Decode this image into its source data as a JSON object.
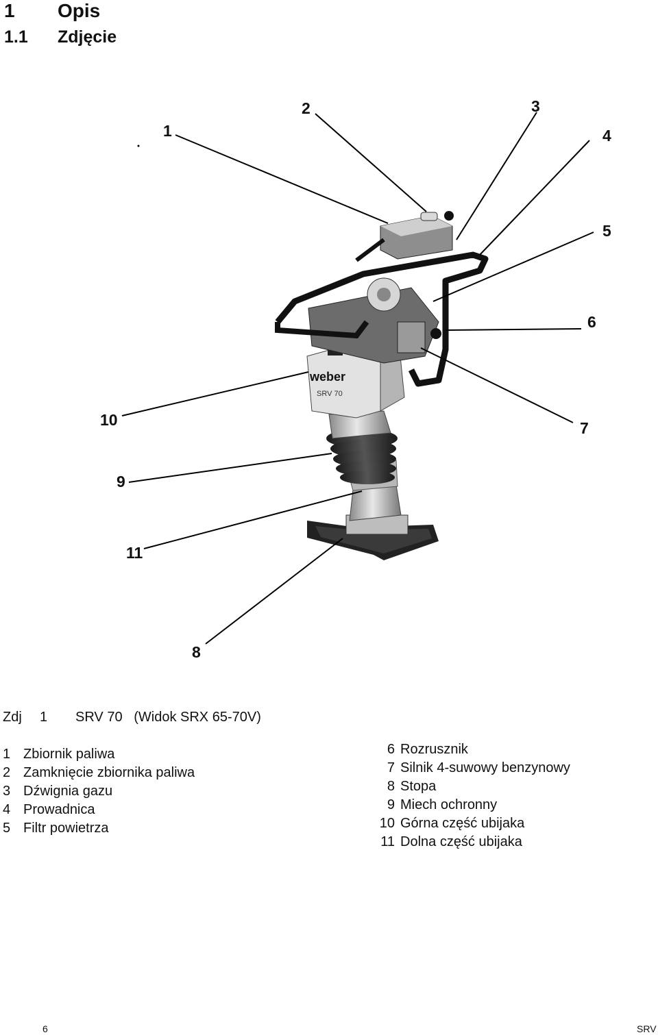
{
  "heading": {
    "number": "1",
    "title": "Opis"
  },
  "subheading": {
    "number": "1.1",
    "title": "Zdjęcie"
  },
  "figure": {
    "logo_text": "weber",
    "model_plate": "SRV 70",
    "callouts": [
      "1",
      "2",
      "3",
      "4",
      "5",
      "6",
      "7",
      "8",
      "9",
      "10",
      "11"
    ]
  },
  "caption": {
    "prefix": "Zdj",
    "number": "1",
    "text": "SRV 70   (Widok SRX 65-70V)"
  },
  "legend_left": [
    {
      "num": "1",
      "label": "Zbiornik paliwa"
    },
    {
      "num": "2",
      "label": "Zamknięcie zbiornika paliwa"
    },
    {
      "num": "3",
      "label": "Dźwignia gazu"
    },
    {
      "num": "4",
      "label": "Prowadnica"
    },
    {
      "num": "5",
      "label": "Filtr powietrza"
    }
  ],
  "legend_right": [
    {
      "num": "6",
      "label": "Rozrusznik"
    },
    {
      "num": "7",
      "label": "Silnik 4-suwowy benzynowy"
    },
    {
      "num": "8",
      "label": "Stopa"
    },
    {
      "num": "9",
      "label": "Miech ochronny"
    },
    {
      "num": "10",
      "label": "Górna część ubijaka"
    },
    {
      "num": "11",
      "label": "Dolna część ubijaka"
    }
  ],
  "footer": {
    "page": "6",
    "doc": "SRV"
  }
}
